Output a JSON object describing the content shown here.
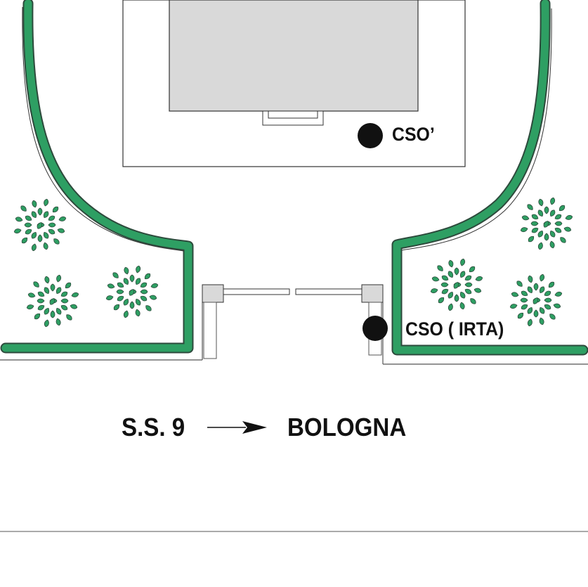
{
  "map": {
    "labels": {
      "cso_top": "CSO’",
      "cso_irta": "CSO ( IRTA)",
      "road": "S.S. 9",
      "destination": "BOLOGNA"
    },
    "colors": {
      "hedge": "#2e9f63",
      "hedge_outline": "#2d4a3c",
      "building_fill": "#d9d9d9",
      "marker": "#111111"
    },
    "icons": {
      "direction": "arrow-right-icon",
      "marker": "location-dot-icon"
    }
  }
}
